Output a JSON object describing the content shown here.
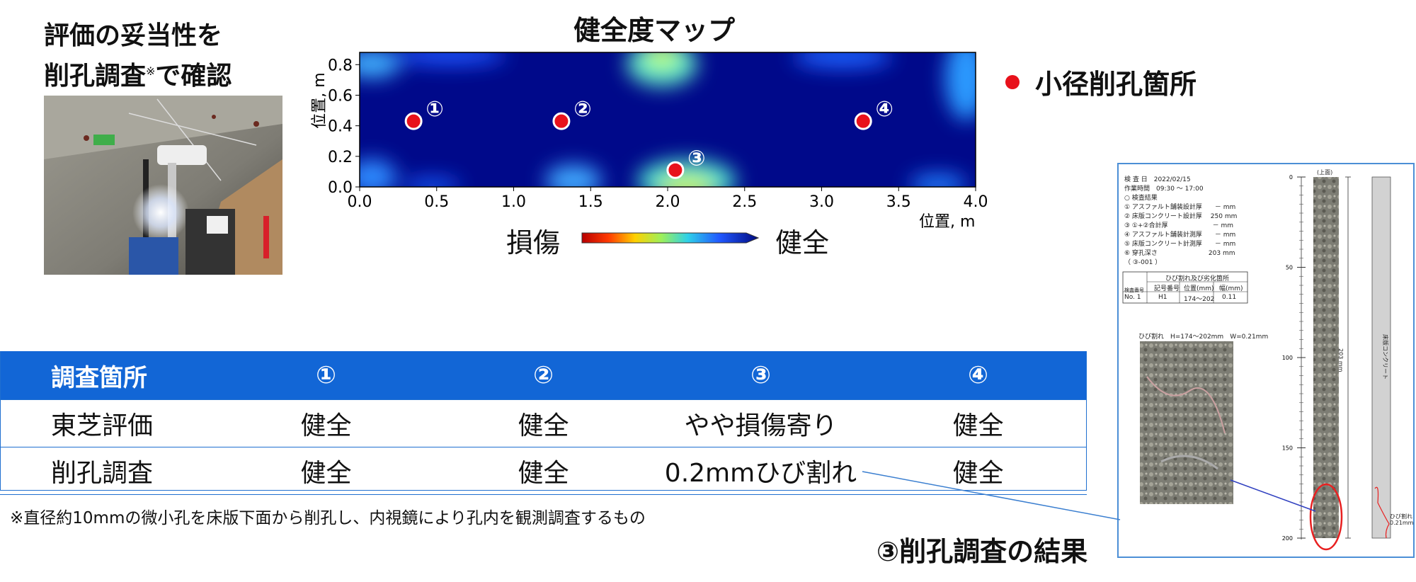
{
  "heading": {
    "line1": "評価の妥当性を",
    "line2_a": "削孔調査",
    "line2_sup": "※",
    "line2_b": "で確認"
  },
  "map": {
    "title": "健全度マップ",
    "legend_damage": "損傷",
    "legend_sound": "健全"
  },
  "chart_data": {
    "type": "heatmap",
    "title": "健全度マップ",
    "xlabel": "位置, m",
    "ylabel": "位置, m",
    "xlim": [
      0.0,
      4.0
    ],
    "ylim": [
      0.0,
      0.88
    ],
    "xticks": [
      "0.0",
      "0.5",
      "1.0",
      "1.5",
      "2.0",
      "2.5",
      "3.0",
      "3.5",
      "4.0"
    ],
    "yticks": [
      "0.0",
      "0.2",
      "0.4",
      "0.6",
      "0.8"
    ],
    "colorbar": {
      "low_label": "損傷",
      "high_label": "健全",
      "colors": [
        "#c40000",
        "#ff6a00",
        "#ffe600",
        "#4fe6c0",
        "#2a7bff",
        "#000d8a"
      ]
    },
    "points": [
      {
        "label": "①",
        "x": 0.35,
        "y": 0.43
      },
      {
        "label": "②",
        "x": 1.31,
        "y": 0.43
      },
      {
        "label": "③",
        "x": 2.05,
        "y": 0.11
      },
      {
        "label": "④",
        "x": 3.27,
        "y": 0.43
      }
    ],
    "point_color": "#e8111b"
  },
  "site_legend": {
    "label": "小径削孔箇所",
    "color": "#e8111b"
  },
  "table": {
    "headers": [
      "調査箇所",
      "①",
      "②",
      "③",
      "④"
    ],
    "rows": [
      [
        "東芝評価",
        "健全",
        "健全",
        "やや損傷寄り",
        "健全"
      ],
      [
        "削孔調査",
        "健全",
        "健全",
        "0.2mmひび割れ",
        "健全"
      ]
    ],
    "header_color": "#1266d6"
  },
  "footnote": "※直径約10mmの微小孔を床版下面から削孔し、内視鏡により孔内を観測調査するもの",
  "result_label": "③削孔調査の結果",
  "report": {
    "lines": [
      "検 査 日　2022/02/15",
      "作業時間　09:30 ～ 17:00",
      "○ 検査結果",
      "① アスファルト舗装設計厚　　－ mm",
      "② 床版コンクリート設計厚　 250 mm",
      "③ ①+②合計厚　　　　　　　－ mm",
      "④ アスファルト舗装計測厚　　－ mm",
      "⑤ 床版コンクリート計測厚　　－ mm",
      "⑥ 穿孔深さ　　　　　　　　203 mm",
      "（ ③-001 ）"
    ],
    "table_title": "ひび割れ及び劣化箇所",
    "table_headers": [
      "検査番号",
      "記号番号",
      "位置(mm)",
      "幅(mm)"
    ],
    "table_row": [
      "No. 1",
      "H1",
      "174～202",
      "0.11"
    ],
    "image_caption": "ひび割れ　H=174～202mm　W=0.21mm",
    "top_label": "(上面)",
    "depth_ticks": [
      "0",
      "50",
      "100",
      "150",
      "200"
    ],
    "depth_label": "203 mm",
    "material_label": "床版コンクリート",
    "crack_label": "ひび割れ",
    "crack_value": "0.21mm"
  }
}
